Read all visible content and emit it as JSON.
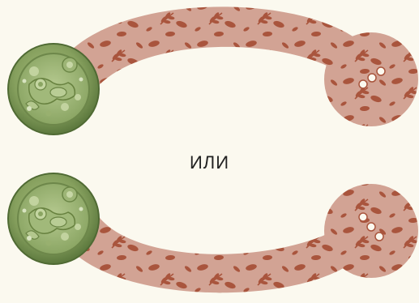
{
  "separator_text": "ИЛИ",
  "colors": {
    "background": "#fbf9ef",
    "path_fill": "#d2a394",
    "leaf_pattern": "#a9553d",
    "miniature_base_outer": "#6f8a4c",
    "miniature_base_inner": "#8da663",
    "miniature_detail": "#a9bf80"
  },
  "icons": {
    "miniature": "sculpted-miniature-token",
    "track": "leaf-pattern-movement-track",
    "destination": "destination-circle-three-dots"
  },
  "illustrations": [
    {
      "id": "top",
      "track_shape": "arc-upward",
      "destination_dots": 3
    },
    {
      "id": "bottom",
      "track_shape": "arc-downward",
      "destination_dots": 3
    }
  ]
}
